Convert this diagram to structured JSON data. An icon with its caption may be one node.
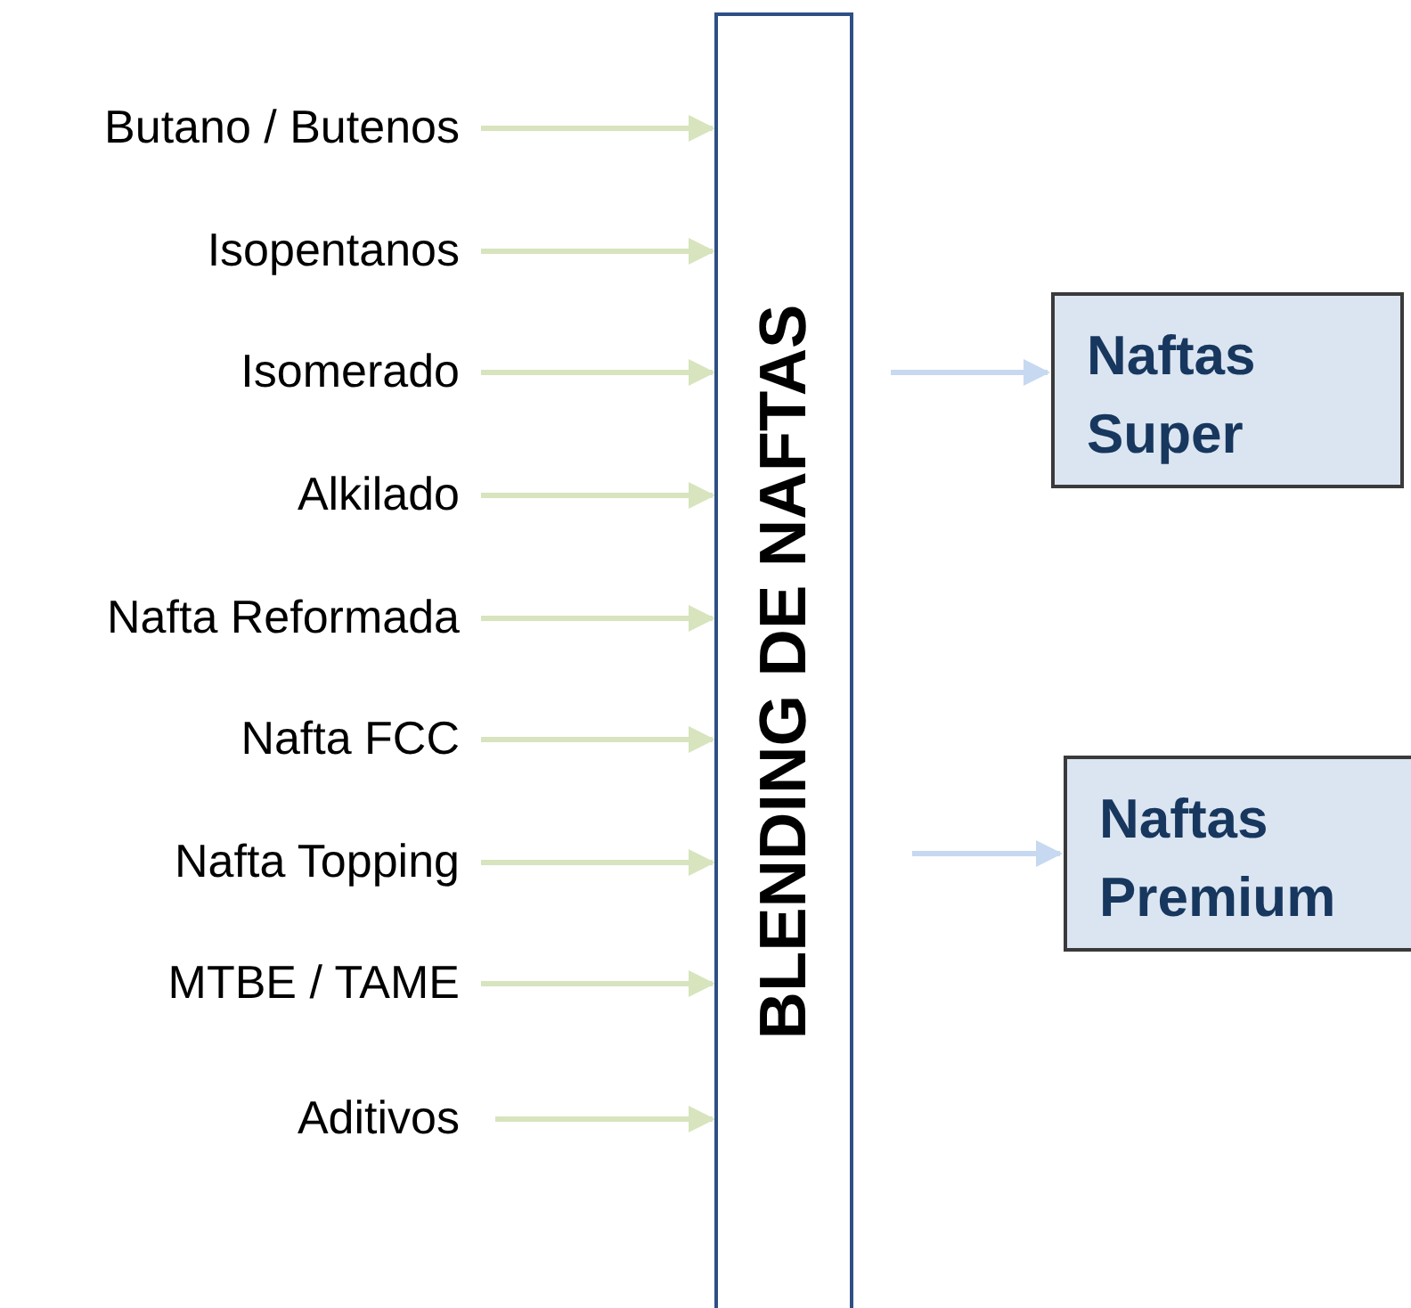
{
  "diagram": {
    "nodes": [
      {
        "text": [
          "Butano / Butenos"
        ]
      },
      {
        "text": [
          "Isopentanos"
        ]
      },
      {
        "text": [
          "Isomerado"
        ]
      },
      {
        "text": [
          "Alkilado"
        ]
      },
      {
        "text": [
          "Nafta Reformada"
        ]
      },
      {
        "text": [
          "Nafta FCC"
        ]
      },
      {
        "text": [
          "Nafta Topping"
        ]
      },
      {
        "text": [
          "MTBE / TAME"
        ]
      },
      {
        "text": [
          "Aditivos"
        ]
      },
      {
        "text": [
          "BLENDING DE NAFTAS"
        ]
      },
      {
        "text": [
          "Naftas Super"
        ]
      },
      {
        "text": [
          "Naftas Premium"
        ]
      }
    ],
    "edges": [
      {
        "from": 0,
        "to": 9,
        "arrow": "to"
      },
      {
        "from": 1,
        "to": 9,
        "arrow": "to"
      },
      {
        "from": 2,
        "to": 9,
        "arrow": "to"
      },
      {
        "from": 3,
        "to": 9,
        "arrow": "to"
      },
      {
        "from": 4,
        "to": 9,
        "arrow": "to"
      },
      {
        "from": 5,
        "to": 9,
        "arrow": "to"
      },
      {
        "from": 6,
        "to": 9,
        "arrow": "to"
      },
      {
        "from": 7,
        "to": 9,
        "arrow": "to"
      },
      {
        "from": 8,
        "to": 9,
        "arrow": "to"
      },
      {
        "from": 9,
        "to": 10,
        "arrow": "to",
        "color": "#c6d9f1"
      },
      {
        "from": 9,
        "to": 11,
        "arrow": "to",
        "color": "#c6d9f1"
      }
    ]
  }
}
